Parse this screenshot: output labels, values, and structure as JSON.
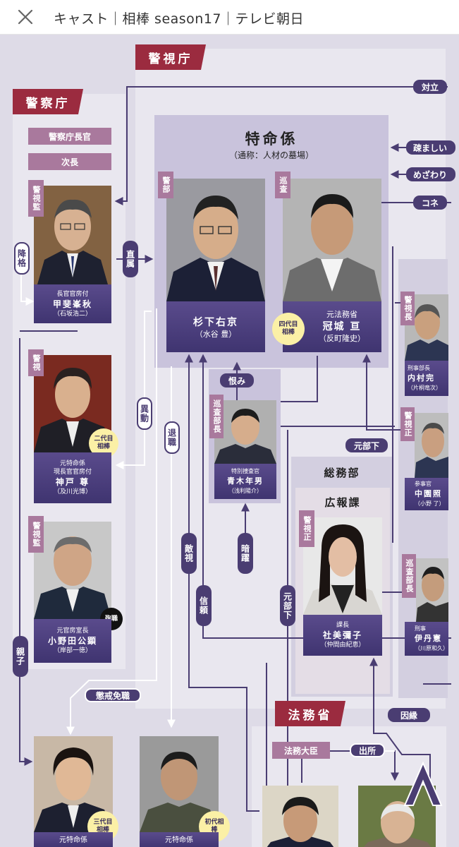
{
  "header": {
    "close_icon": "close-icon",
    "title": "キャスト｜相棒 season17｜テレビ朝日"
  },
  "colors": {
    "accent_red": "#9b2b3f",
    "navy": "#4a3d72",
    "mauve": "#a9799d",
    "background": "#dedbe7",
    "badge_yellow": "#fbf0a6"
  },
  "orgs": {
    "keishicho": "警視庁",
    "keisatsucho": "警察庁",
    "homusho": "法務省",
    "somubu": "総務部",
    "kohoka": "広報課"
  },
  "tokumei": {
    "title": "特命係",
    "subtitle": "（通称：人材の墓場）"
  },
  "keisatsucho_titles": {
    "chokan": "警察庁長官",
    "jicho": "次長"
  },
  "homusho_titles": {
    "daijin": "法務大臣"
  },
  "people": {
    "kai": {
      "rank": "警視監",
      "role": "長官官房付",
      "name": "甲斐峯秋",
      "actor": "（石坂浩二）"
    },
    "ukyo": {
      "rank": "警部",
      "name": "杉下右京",
      "actor": "（水谷 豊）"
    },
    "kaburagi": {
      "rank": "巡査",
      "role": "元法務省",
      "name": "冠城 亘",
      "actor": "（反町隆史）",
      "badge": "四代目相棒"
    },
    "kanbe": {
      "rank": "警視",
      "role1": "元特命係",
      "role2": "現長官官房付",
      "name": "神戸 尊",
      "actor": "（及川光博）",
      "badge": "二代目相棒"
    },
    "onoda": {
      "rank": "警視監",
      "role": "元官房室長",
      "name": "小野田公顕",
      "actor": "（岸部一徳）",
      "badge": "殉職"
    },
    "aoki": {
      "rank": "巡査部長",
      "role": "特別捜査官",
      "name": "青木年男",
      "actor": "（浅利陽介）"
    },
    "shamisu": {
      "rank": "警視正",
      "role": "課長",
      "name": "社美彌子",
      "actor": "（仲間由紀恵）"
    },
    "uchimura": {
      "rank": "警視長",
      "role": "刑事部長",
      "name": "内村完",
      "actor": "（片桐竜次）"
    },
    "nakazono": {
      "rank": "警視正",
      "role": "参事官",
      "name": "中園照",
      "actor": "（小野 了）"
    },
    "itami": {
      "rank": "巡査部長",
      "role": "刑事",
      "name": "伊丹憲",
      "actor": "（川原和久）"
    },
    "kai_toru": {
      "role": "元特命係",
      "badge": "三代目相棒"
    },
    "kameyama": {
      "role": "元特命係",
      "badge": "初代相棒"
    }
  },
  "relations": {
    "tairitsu": "対立",
    "urusai": "疎ましい",
    "mezawari": "めざわり",
    "kone": "コネ",
    "chokuzoku": "直属",
    "kouku": "降格",
    "idou": "異動",
    "taishoku": "退職",
    "urami": "恨み",
    "tekishi": "敵視",
    "shinrai": "信頼",
    "anyaku": "暗躍",
    "motobuka_v": "元部下",
    "motobuka_h": "元部下",
    "oyako": "親子",
    "choukai": "懲戒免職",
    "inen": "因縁",
    "shussho": "出所"
  }
}
